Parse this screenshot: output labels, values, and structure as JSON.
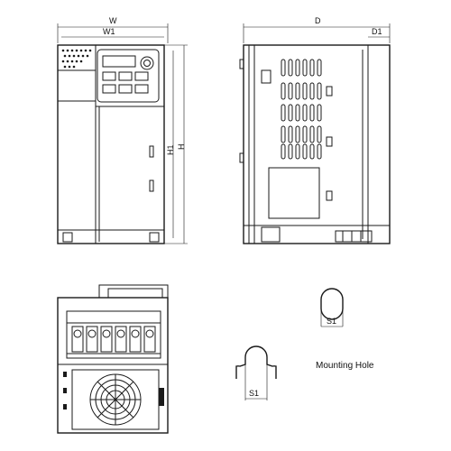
{
  "labels": {
    "w": "W",
    "w1": "W1",
    "h": "H",
    "h1": "H1",
    "d": "D",
    "d1": "D1",
    "s1_top": "S1",
    "s1_bottom": "S1",
    "mounting_hole": "Mounting Hole"
  }
}
